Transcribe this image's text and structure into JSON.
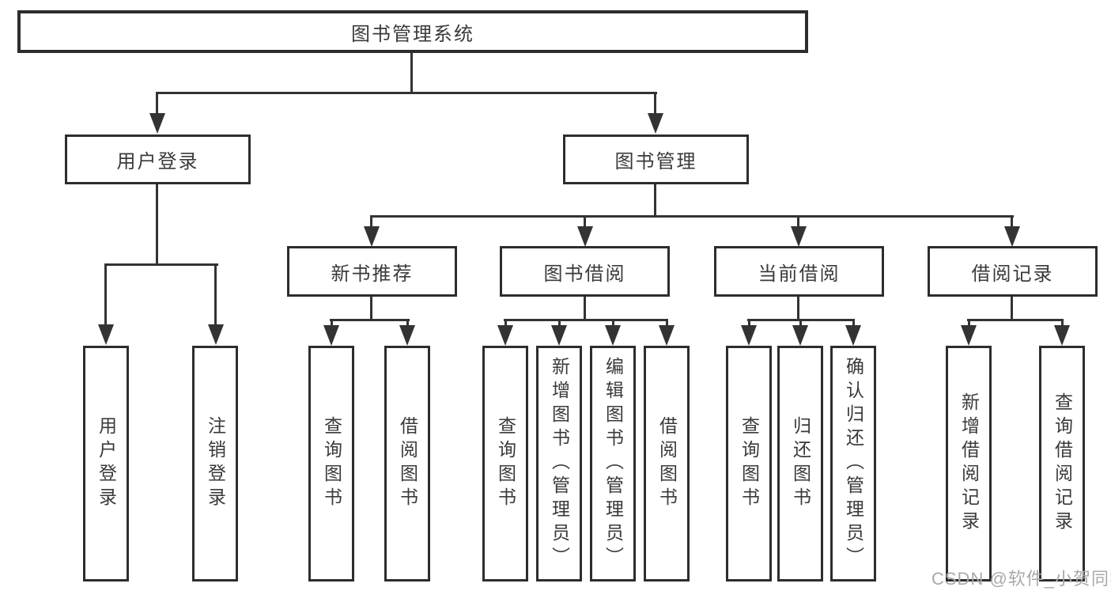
{
  "diagram": {
    "root": {
      "label": "图书管理系统"
    },
    "level2": [
      {
        "label": "用户登录"
      },
      {
        "label": "图书管理"
      }
    ],
    "level3": [
      {
        "label": "新书推荐"
      },
      {
        "label": "图书借阅"
      },
      {
        "label": "当前借阅"
      },
      {
        "label": "借阅记录"
      }
    ],
    "leaves": [
      {
        "group": "用户登录",
        "label": "用户登录"
      },
      {
        "group": "用户登录",
        "label": "注销登录"
      },
      {
        "group": "新书推荐",
        "label": "查询图书"
      },
      {
        "group": "新书推荐",
        "label": "借阅图书"
      },
      {
        "group": "图书借阅",
        "label": "查询图书"
      },
      {
        "group": "图书借阅",
        "label": "新增图书（管理员）"
      },
      {
        "group": "图书借阅",
        "label": "编辑图书（管理员）"
      },
      {
        "group": "图书借阅",
        "label": "借阅图书"
      },
      {
        "group": "当前借阅",
        "label": "查询图书"
      },
      {
        "group": "当前借阅",
        "label": "归还图书"
      },
      {
        "group": "当前借阅",
        "label": "确认归还（管理员）"
      },
      {
        "group": "借阅记录",
        "label": "新增借阅记录"
      },
      {
        "group": "借阅记录",
        "label": "查询借阅记录"
      }
    ],
    "colors": {
      "line": "#333333",
      "box_border": "#2d2d2d",
      "text": "#3a3a3a",
      "watermark": "#a9a9a9",
      "background": "#ffffff"
    }
  },
  "watermark": {
    "text": "CSDN @软件_小贺同学"
  }
}
